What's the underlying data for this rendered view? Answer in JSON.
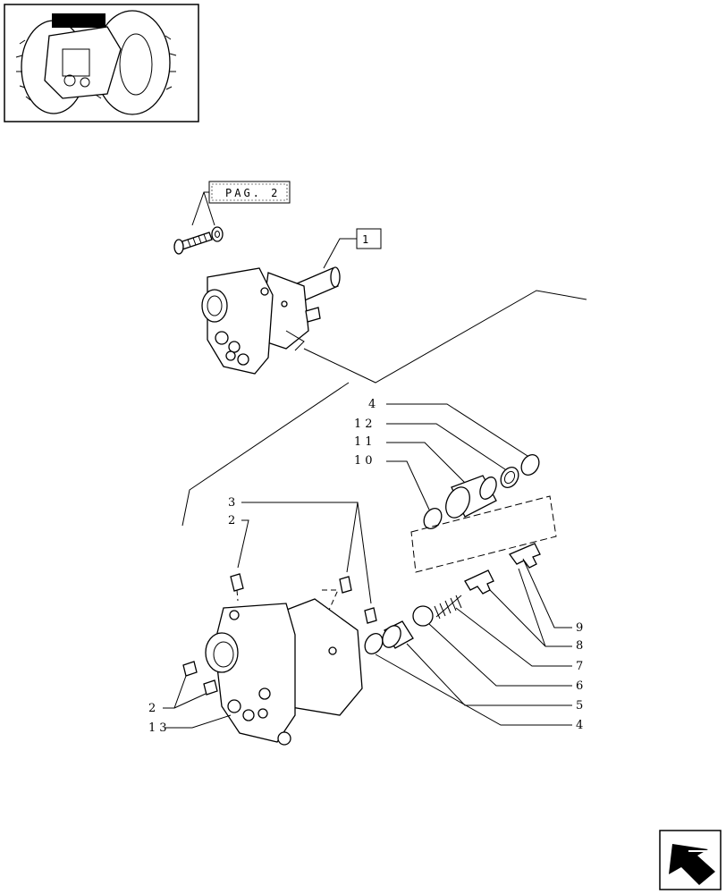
{
  "references": {
    "page_ref": "PAG. 2",
    "group_ref": "1"
  },
  "callouts": {
    "top_right": [
      "4",
      "12",
      "11",
      "10"
    ],
    "left_upper": [
      "3",
      "2"
    ],
    "left_lower": [
      "2",
      "13"
    ],
    "right_side": [
      "9",
      "8",
      "7",
      "6",
      "5",
      "4"
    ]
  },
  "icons": {
    "thumbnail": "tractor-wheel-thumbnail",
    "navigation": "next-page-arrow-icon"
  }
}
